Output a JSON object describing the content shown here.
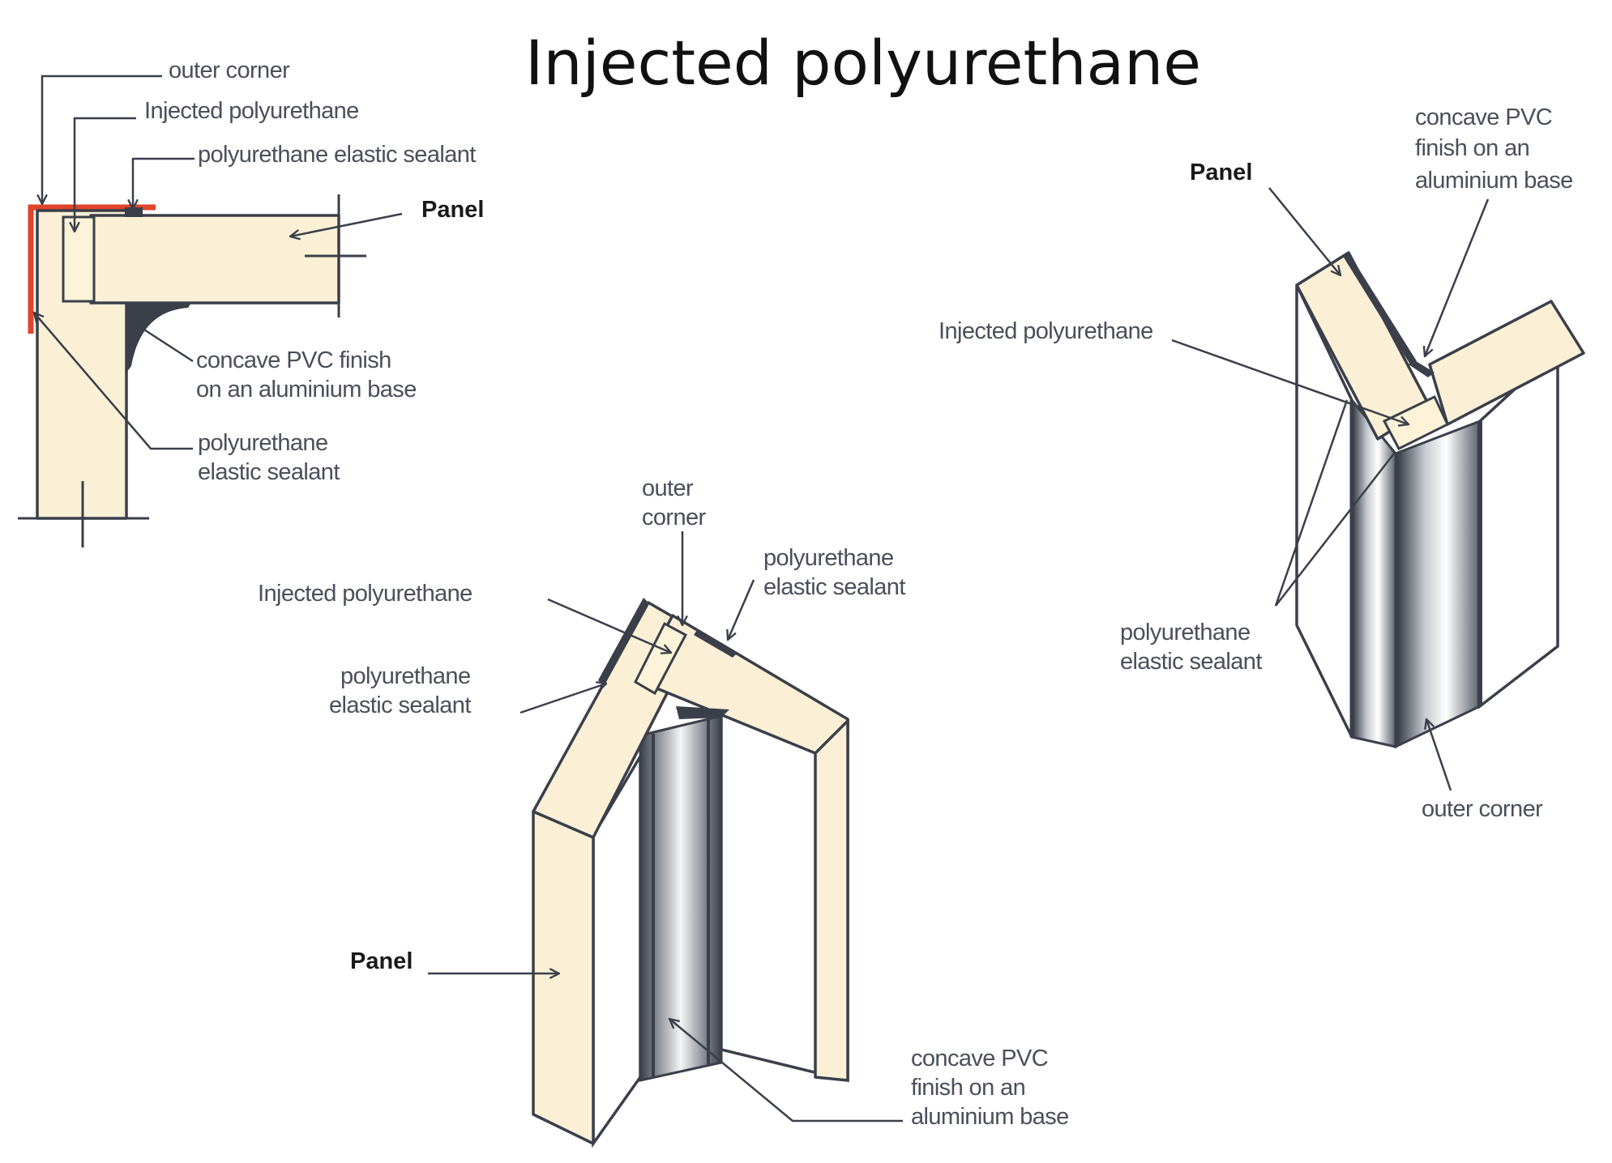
{
  "title": "Injected polyurethane",
  "plan_detail": {
    "outer_corner": "outer corner",
    "injected_polyurethane": "Injected polyurethane",
    "sealant_top": "polyurethane elastic sealant",
    "panel": "Panel",
    "concave_line1": "concave PVC finish",
    "concave_line2": "on an aluminium base",
    "sealant_line1": "polyurethane",
    "sealant_line2": "elastic sealant"
  },
  "isometric_center": {
    "outer_corner_line1": "outer",
    "outer_corner_line2": "corner",
    "sealant_right_line1": "polyurethane",
    "sealant_right_line2": "elastic sealant",
    "injected_polyurethane": "Injected polyurethane",
    "sealant_left_line1": "polyurethane",
    "sealant_left_line2": "elastic sealant",
    "panel": "Panel",
    "concave_line1": "concave PVC",
    "concave_line2": "finish on an",
    "concave_line3": "aluminium base"
  },
  "isometric_right": {
    "panel": "Panel",
    "concave_line1": "concave PVC",
    "concave_line2": "finish on an",
    "concave_line3": "aluminium base",
    "injected_polyurethane": "Injected polyurethane",
    "sealant_line1": "polyurethane",
    "sealant_line2": "elastic sealant",
    "outer_corner": "outer corner"
  },
  "colors": {
    "panel_fill": "#fbf0d6",
    "line": "#3a3f4a",
    "accent_red": "#e0442a"
  }
}
